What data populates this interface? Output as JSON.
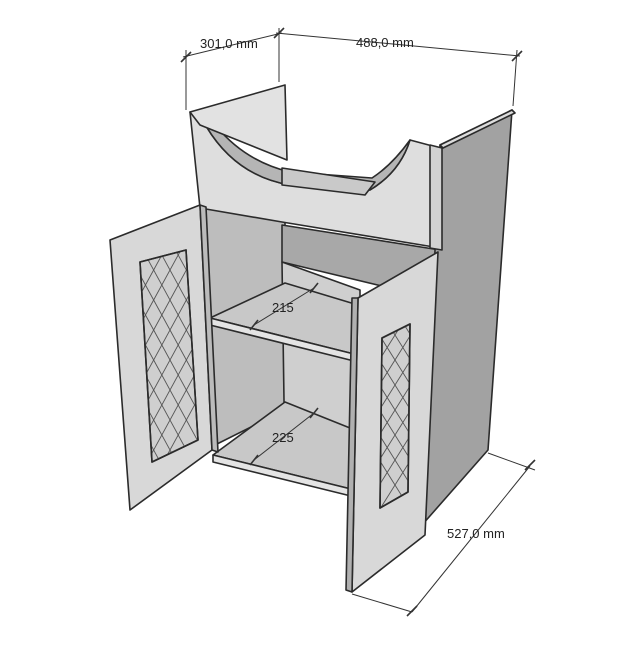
{
  "dimensions": {
    "depth": "301,0 mm",
    "width": "488,0 mm",
    "height": "527,0 mm",
    "upper_shelf_gap": "215",
    "lower_shelf_gap": "225"
  },
  "colors": {
    "panel_light": "#dcdcdc",
    "panel_mid": "#c4c4c4",
    "panel_dark": "#9c9c9c",
    "edge": "#2b2b2b",
    "glass": "#cfcfcf"
  }
}
